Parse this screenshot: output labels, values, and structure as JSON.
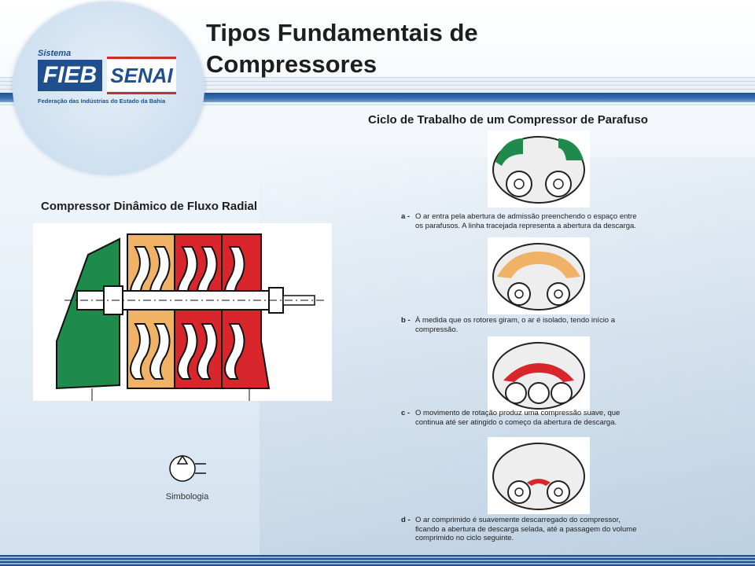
{
  "slide": {
    "title_line1": "Tipos Fundamentais de",
    "title_line2": "Compressores"
  },
  "logo": {
    "sistema": "Sistema",
    "fieb": "FIEB",
    "senai": "SENAI",
    "federacao": "Federação das Indústrias do Estado da Bahia"
  },
  "radial": {
    "title": "Compressor Dinâmico de Fluxo Radial",
    "symbol_label": "Simbologia"
  },
  "screw": {
    "title": "Ciclo de Trabalho de um Compressor de Parafuso",
    "stages": [
      {
        "letter": "a -",
        "text": "O ar entra pela abertura de admissão preenchendo o espaço entre os parafusos. A linha tracejada representa a abertura da descarga."
      },
      {
        "letter": "b -",
        "text": "À medida que os rotores giram, o ar é isolado, tendo início a compressão."
      },
      {
        "letter": "c -",
        "text": "O movimento de rotação produz uma compressão suave, que continua até ser atingido o começo da abertura de descarga."
      },
      {
        "letter": "d -",
        "text": "O ar comprimido é suavemente descarregado do compressor, ficando a abertura de descarga selada, até a passagem do volume comprimido no ciclo seguinte."
      }
    ]
  },
  "colors": {
    "green": "#1e8a4c",
    "orange": "#f0b266",
    "red": "#d9262c",
    "navy": "#1f4f8f"
  }
}
